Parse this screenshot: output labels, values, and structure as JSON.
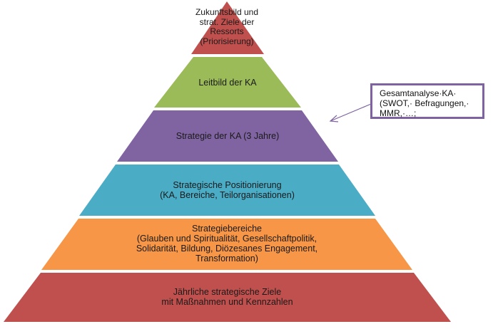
{
  "diagram": {
    "type": "pyramid",
    "levels": [
      {
        "id": "vision",
        "lines": [
          "Zukunftsbild und",
          "strat. Ziele der",
          "Ressorts",
          "(Priorisierung)"
        ],
        "color": "#c0504d"
      },
      {
        "id": "mission",
        "lines": [
          "Leitbild der KA"
        ],
        "color": "#9bbb59"
      },
      {
        "id": "strategy",
        "lines": [
          "Strategie der KA (3 Jahre)"
        ],
        "color": "#8064a2"
      },
      {
        "id": "positioning",
        "lines": [
          "Strategische Positionierung",
          "(KA, Bereiche, Teilorganisationen)"
        ],
        "color": "#4bacc6"
      },
      {
        "id": "strategy-areas",
        "lines": [
          "Strategiebereiche",
          "(Glauben und Spiritualität, Gesellschaftpolitik,",
          "Solidarität, Bildung, Diözesanes Engagement,",
          "Transformation)"
        ],
        "color": "#f79646"
      },
      {
        "id": "annual-goals",
        "lines": [
          "Jährliche strategische Ziele",
          "mit Maßnahmen und Kennzahlen"
        ],
        "color": "#c0504d"
      }
    ],
    "callout": {
      "lines": [
        "Gesamtanalyse·KA·",
        "(SWOT,· Befragungen,·",
        "MMR,·…;"
      ],
      "border_color": "#7f63a1",
      "points_to": "strategy"
    }
  }
}
